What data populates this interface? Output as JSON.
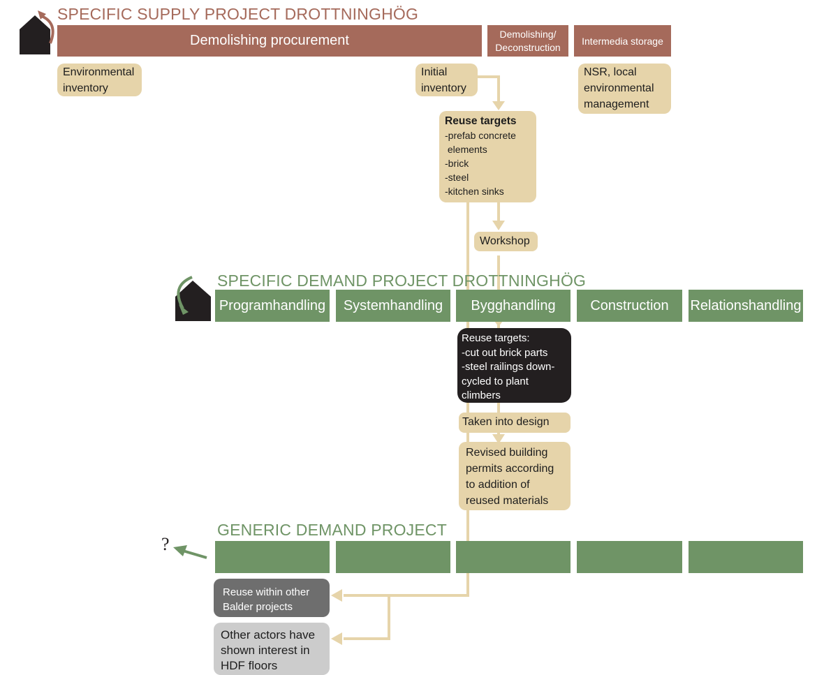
{
  "supply": {
    "heading": "SPECIFIC SUPPLY PROJECT DROTTNINGHÖG",
    "bar_procurement": "Demolishing procurement",
    "bar_demolishing": [
      "Demolishing/",
      "Deconstruction"
    ],
    "bar_storage": "Intermedia storage",
    "box_environmental": [
      "Environmental",
      "inventory"
    ],
    "box_initial": [
      "Initial",
      "inventory"
    ],
    "box_nsr": [
      "NSR, local",
      "environmental",
      "management"
    ],
    "box_reuse_title": "Reuse targets",
    "box_reuse_items": [
      "-prefab concrete",
      " elements",
      "-brick",
      "-steel",
      "-kitchen sinks"
    ],
    "box_workshop": "Workshop"
  },
  "specific_demand": {
    "heading": "SPECIFIC DEMAND PROJECT DROTTNINGHÖG",
    "phases": [
      "Programhandling",
      "Systemhandling",
      "Bygghandling",
      "Construction",
      "Relationshandling"
    ],
    "box_reuse_targets": [
      "Reuse targets:",
      "-cut out brick parts",
      "-steel railings down-",
      "cycled to plant",
      "climbers"
    ],
    "box_design": "Taken into design",
    "box_permits": [
      "Revised building",
      "permits according",
      "to addition of",
      "reused materials"
    ]
  },
  "generic_demand": {
    "heading": "GENERIC DEMAND PROJECT",
    "question": "?",
    "box_balder": [
      "Reuse within other",
      "Balder projects"
    ],
    "box_actors": [
      "Other actors have",
      "shown interest in",
      "HDF floors"
    ]
  },
  "colors": {
    "supply": "#a56a5b",
    "demand": "#6f9466",
    "flow": "#e6d4aa",
    "house": "#231f20"
  }
}
